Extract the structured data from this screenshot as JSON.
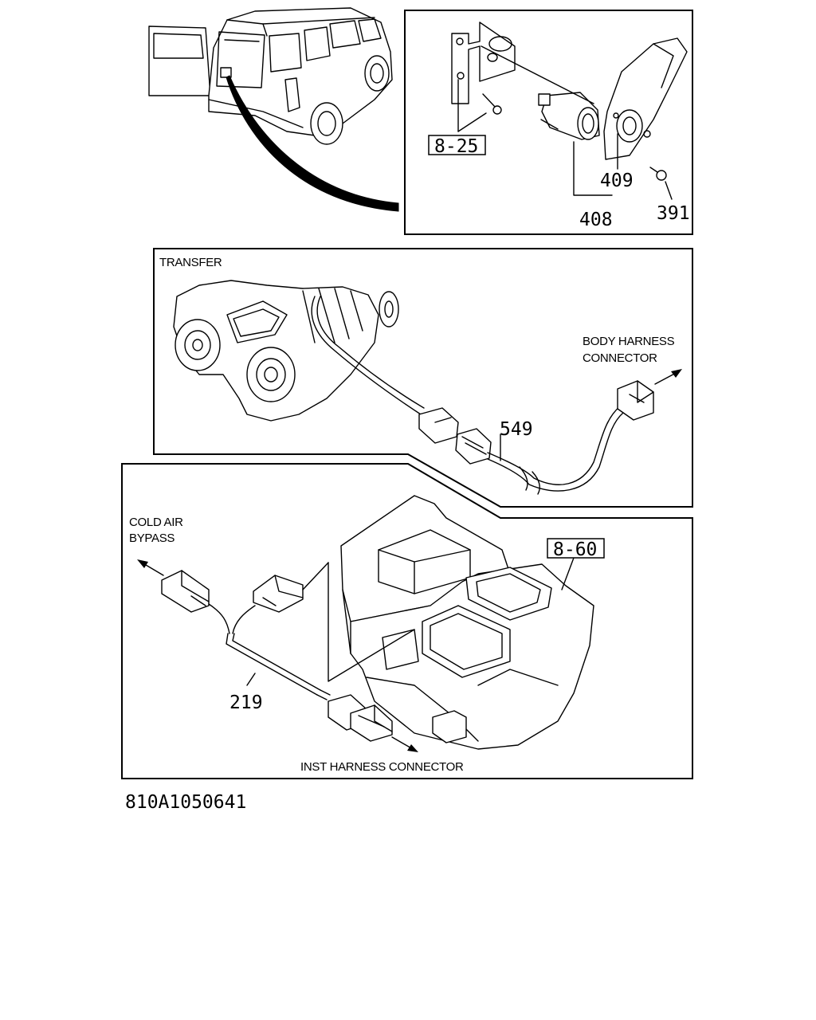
{
  "diagram_id": "810A1050641",
  "panels": {
    "transfer": {
      "title": "TRANSFER"
    }
  },
  "labels": {
    "body_harness_connector": [
      "BODY HARNESS",
      "CONNECTOR"
    ],
    "cold_air_bypass": [
      "COLD AIR",
      "BYPASS"
    ],
    "inst_harness_connector": "INST HARNESS CONNECTOR"
  },
  "callouts": {
    "c_8_25": "8-25",
    "c_409": "409",
    "c_408": "408",
    "c_391": "391",
    "c_549": "549",
    "c_8_60": "8-60",
    "c_219": "219"
  }
}
